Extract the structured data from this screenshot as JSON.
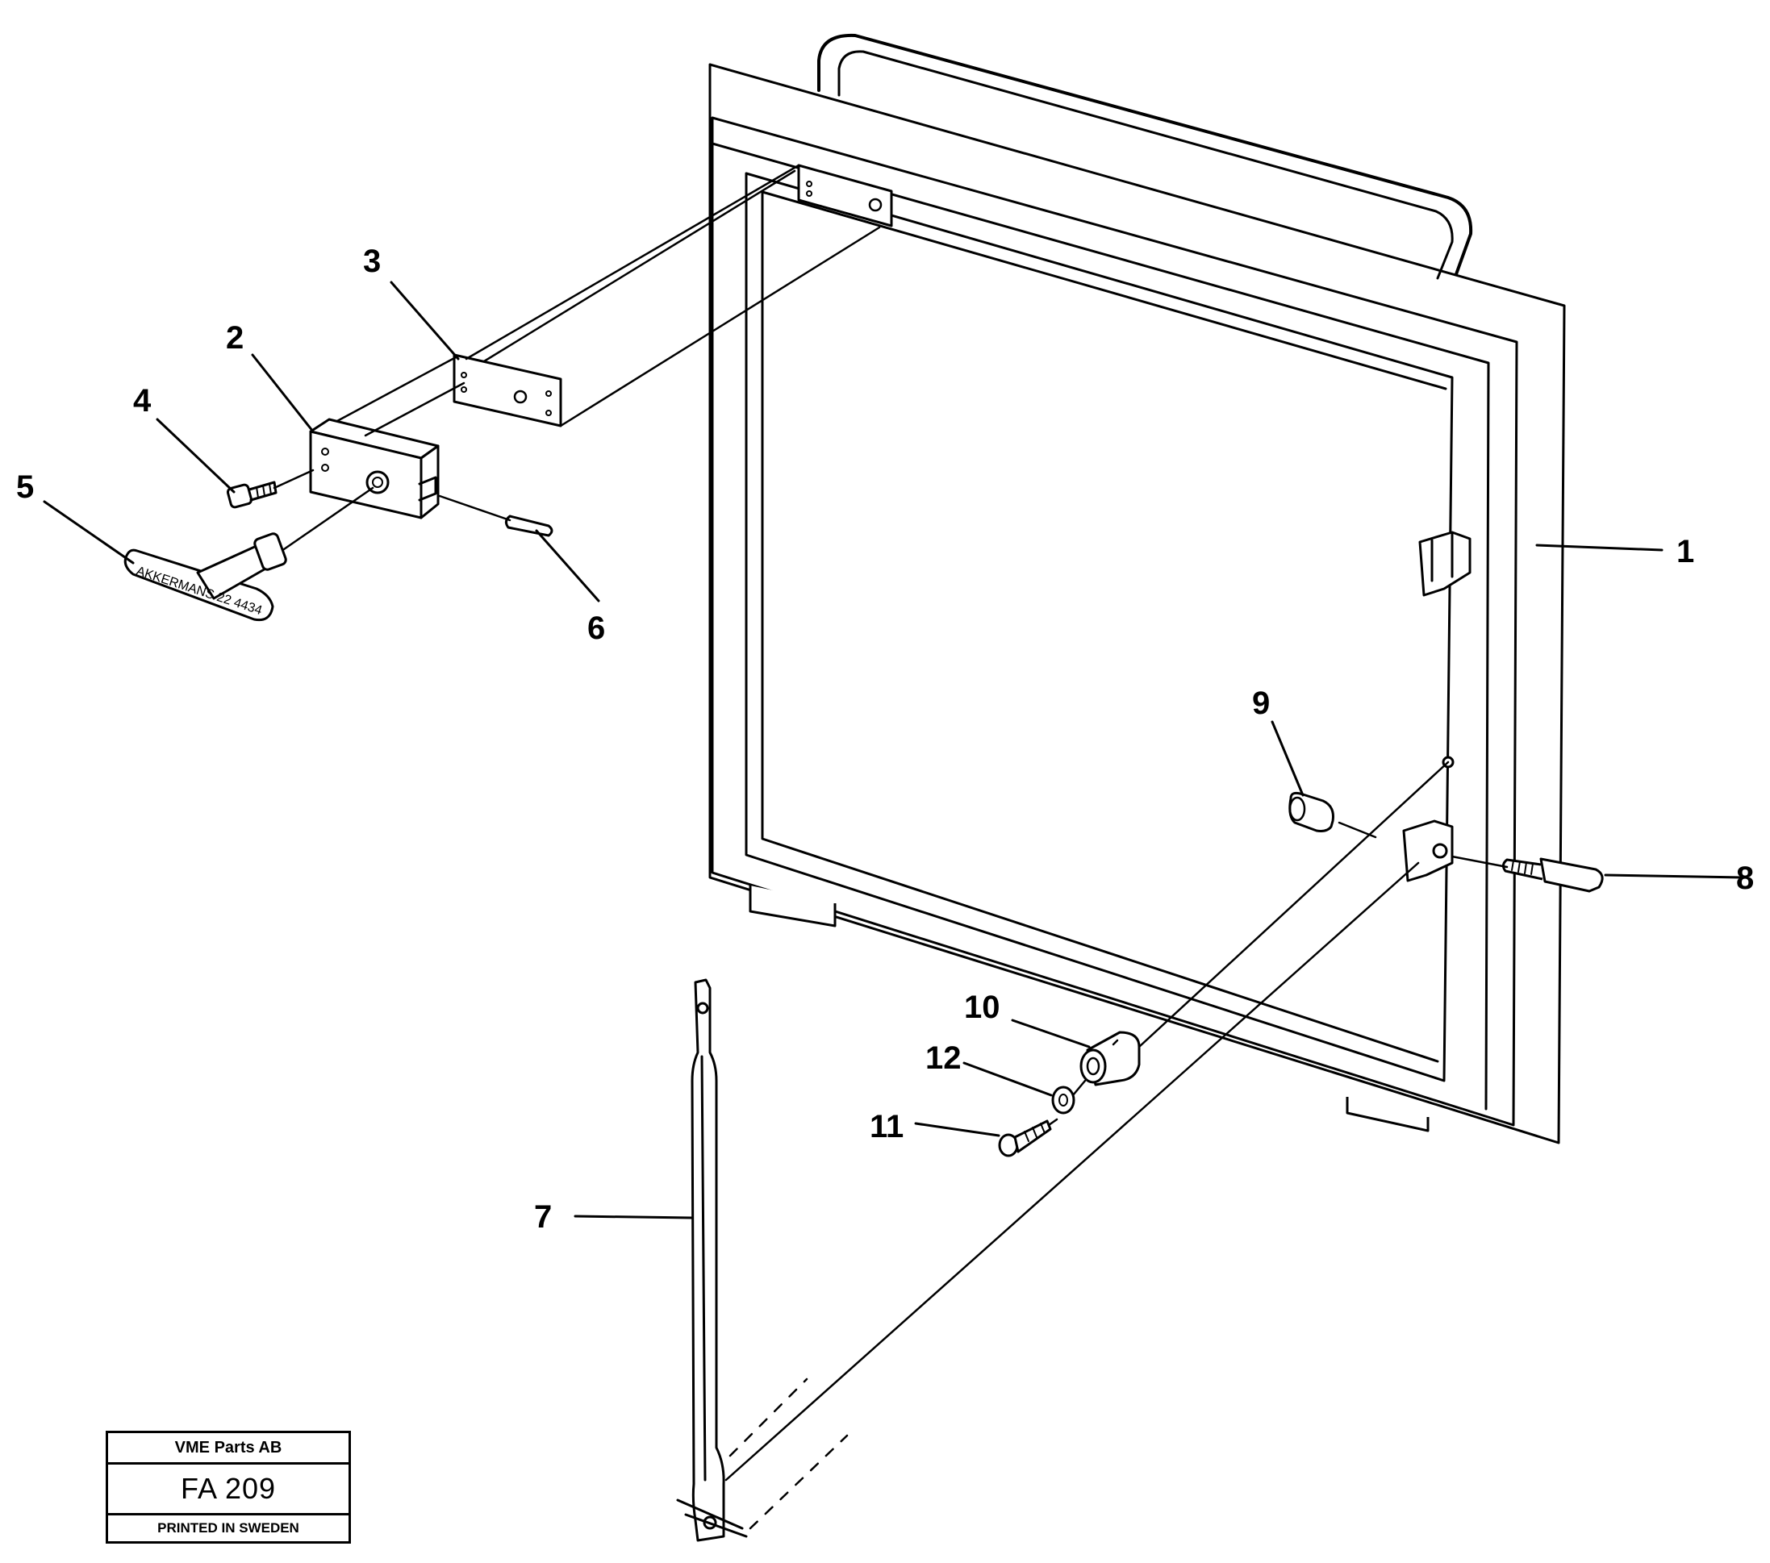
{
  "callouts": {
    "c1": "1",
    "c2": "2",
    "c3": "3",
    "c4": "4",
    "c5": "5",
    "c6": "6",
    "c7": "7",
    "c8": "8",
    "c9": "9",
    "c10": "10",
    "c11": "11",
    "c12": "12"
  },
  "title_block": {
    "company": "VME Parts AB",
    "drawing_number": "FA 209",
    "printed": "PRINTED IN SWEDEN"
  },
  "colors": {
    "ink": "#000000",
    "paper": "#ffffff"
  }
}
